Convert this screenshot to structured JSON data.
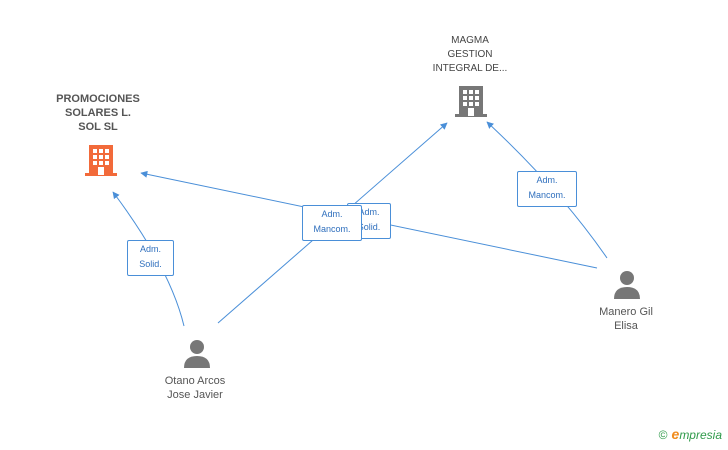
{
  "nodes": {
    "promociones": {
      "lines": [
        "PROMOCIONES",
        "SOLARES L.",
        "SOL SL"
      ],
      "color": "#f26a3a"
    },
    "magma": {
      "lines": [
        "MAGMA",
        "GESTION",
        "INTEGRAL DE..."
      ],
      "color": "#777777"
    },
    "otano": {
      "lines": [
        "Otano Arcos",
        "Jose Javier"
      ]
    },
    "manero": {
      "lines": [
        "Manero Gil",
        "Elisa"
      ]
    }
  },
  "edges": [
    {
      "id": "otano-promociones",
      "lines": [
        "Adm.",
        "Solid."
      ]
    },
    {
      "id": "otano-magma",
      "lines": [
        "Adm.",
        "Mancom."
      ]
    },
    {
      "id": "manero-promociones",
      "lines": [
        "Adm.",
        "Solid."
      ]
    },
    {
      "id": "manero-magma",
      "lines": [
        "Adm.",
        "Mancom."
      ]
    }
  ],
  "colors": {
    "edge": "#4a8fd8",
    "person": "#777777"
  },
  "brand": {
    "copyright": "©",
    "initial": "e",
    "rest": "mpresia"
  }
}
